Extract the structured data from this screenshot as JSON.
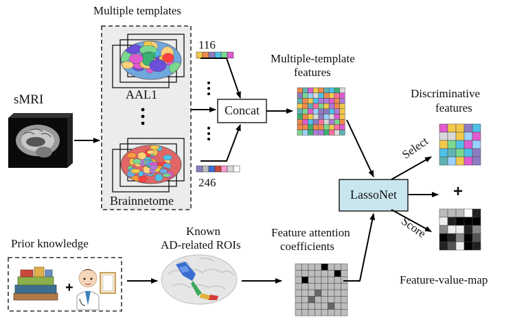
{
  "labels": {
    "multiple_templates": "Multiple templates",
    "smri": "sMRI",
    "aal1": "AAL1",
    "brainnetome": "Brainnetome",
    "count_116": "116",
    "count_246": "246",
    "concat": "Concat",
    "mt_features_line1": "Multiple-template",
    "mt_features_line2": "features",
    "discriminative_line1": "Discriminative",
    "discriminative_line2": "features",
    "select": "Select",
    "score": "Score",
    "plus": "+",
    "lassonet": "LassoNet",
    "feature_value_map": "Feature-value-map",
    "prior_knowledge": "Prior knowledge",
    "known_line1": "Known",
    "known_line2": "AD-related ROIs",
    "attention_line1": "Feature attention",
    "attention_line2": "coefficients"
  },
  "icons": {
    "smri": "brain-mri-slice-icon",
    "aal1": "brain-atlas-aal1-icon",
    "brainnetome": "brain-atlas-brainnetome-icon",
    "roi": "brain-roi-icon",
    "books": "books-icon",
    "doctor": "doctor-icon"
  },
  "colors": {
    "lassonet_fill": "#c9e6ef",
    "template_panel_fill": "#ececec",
    "arrow": "#000000"
  }
}
